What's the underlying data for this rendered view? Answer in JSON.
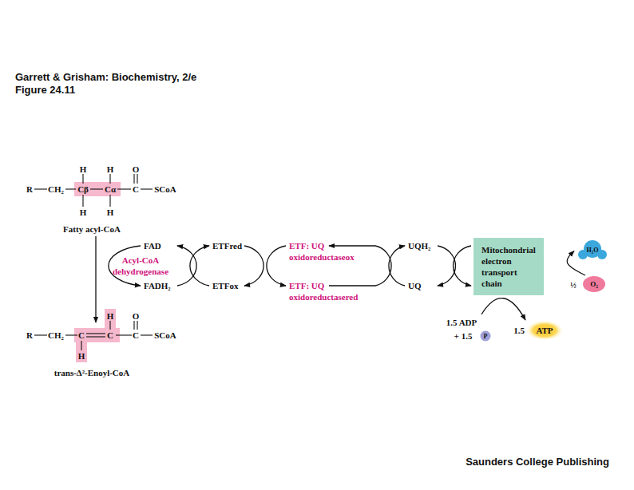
{
  "diagram": {
    "title": "Garrett & Grisham: Biochemistry, 2/e",
    "nodes": [
      {
        "text": [
          "Mitochondrial electron transport chain"
        ]
      },
      {
        "text": [
          "H₂O"
        ]
      },
      {
        "text": [
          "O₂"
        ]
      },
      {
        "text": [
          "P"
        ]
      },
      {
        "text": [
          "ATP"
        ]
      }
    ],
    "edges": [
      {
        "from": 2,
        "to": 1,
        "arrow": "to"
      }
    ],
    "labels": [
      "Figure 24.11",
      "H",
      "H",
      "O",
      "R",
      "CH₂",
      "Cβ",
      "Cα",
      "C",
      "SCoA",
      "H",
      "H",
      "Fatty acyl-CoA",
      "FAD",
      "FADH₂",
      "Acyl-CoA dehydrogenase",
      "ETFred",
      "ETFox",
      "ETF: UQ oxidoreductaseox",
      "ETF: UQ oxidoreductasered",
      "UQH₂",
      "UQ",
      "1.5 ADP",
      "+ 1.5",
      "1.5",
      "½",
      "H",
      "O",
      "R",
      "CH₂",
      "C",
      "C",
      "C",
      "SCoA",
      "H",
      "trans-Δ²-Enoyl-CoA",
      "Saunders College Publishing"
    ]
  }
}
